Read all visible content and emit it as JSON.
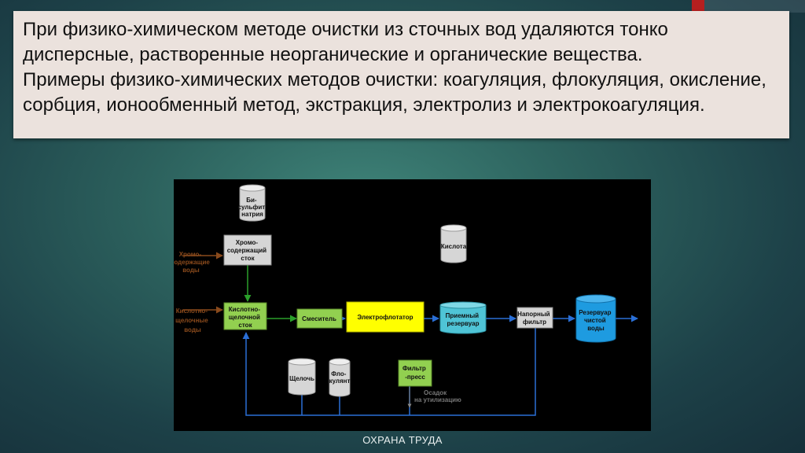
{
  "slide": {
    "paragraphs": [
      "При физико-химическом методе очистки из сточных вод удаляются тонко дисперсные, растворенные неорганические и органические вещества.",
      "Примеры физико-химических методов очистки: коагуляция, флокуляция, окисление, сорбция, ионообменный метод, экстракция, электролиз и электрокоагуляция."
    ],
    "footer": "ОХРАНА ТРУДА"
  },
  "diagram": {
    "tanks": {
      "bisulfite": [
        "Би-",
        "сульфит",
        "натрия"
      ],
      "acid": [
        "Кислота"
      ],
      "alkali": [
        "Щелочь"
      ],
      "flocculant": [
        "Фло-",
        "кулянт"
      ],
      "receiving": [
        "Приемный",
        "резервуар"
      ],
      "clean_water": [
        "Резервуар",
        "чистой",
        "воды"
      ]
    },
    "boxes": {
      "chrome": [
        "Хромо-",
        "содержащий",
        "сток"
      ],
      "acid_alkaline": [
        "Кислотно-",
        "щелочной",
        "сток"
      ],
      "mixer": [
        "Смеситель"
      ],
      "flotator": [
        "Электрофлотатор"
      ],
      "pressure_filter": [
        "Напорный",
        "фильтр"
      ],
      "filter_press": [
        "Фильтр",
        "-пресс"
      ]
    },
    "inputs": {
      "chrome_water": [
        "Хромо-",
        "содержащие",
        "воды"
      ],
      "acid_water": [
        "Кислотно-",
        "щелочные",
        "воды"
      ]
    },
    "sediment": [
      "Осадок",
      "на утилизацию"
    ],
    "colors": {
      "gray": "#d6d6d6",
      "green": "#92d050",
      "yellow": "#ffff00",
      "cyan": "#4fc4d6",
      "blue": "#1e9be0",
      "line_blue": "#2a6fd6",
      "line_green": "#2aa02a",
      "input_brown": "#8a4a1c"
    }
  }
}
